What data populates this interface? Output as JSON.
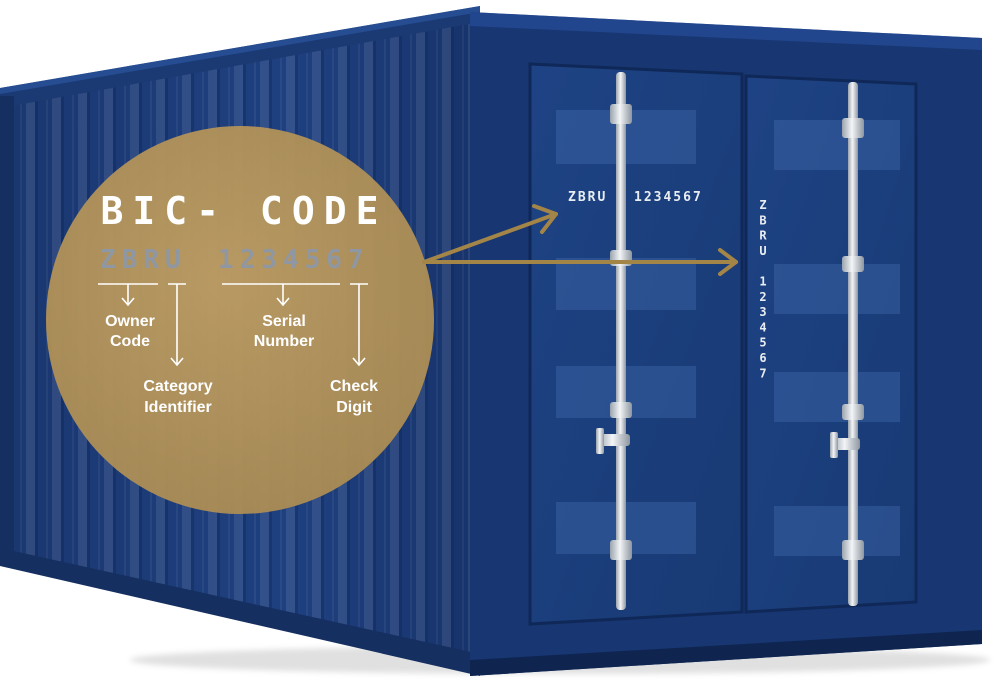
{
  "title": "BIC- CODE",
  "code": {
    "owner_code": "ZBRU",
    "serial_with_check": "1234567",
    "vertical_chars": [
      "Z",
      "B",
      "R",
      "U",
      "",
      "1",
      "2",
      "3",
      "4",
      "5",
      "6",
      "7"
    ]
  },
  "labels": {
    "owner_line1": "Owner",
    "owner_line2": "Code",
    "category_line1": "Category",
    "category_line2": "Identifier",
    "serial_line1": "Serial",
    "serial_line2": "Number",
    "check_line1": "Check",
    "check_line2": "Digit"
  },
  "door_marking": {
    "owner": "ZBRU",
    "serial": "1234567"
  },
  "colors": {
    "container_blue": "#1e3f7a",
    "container_dark": "#142b58",
    "accent_gold": "#a48548",
    "badge_fill": "#b39259",
    "steel": "#d8dde3"
  }
}
